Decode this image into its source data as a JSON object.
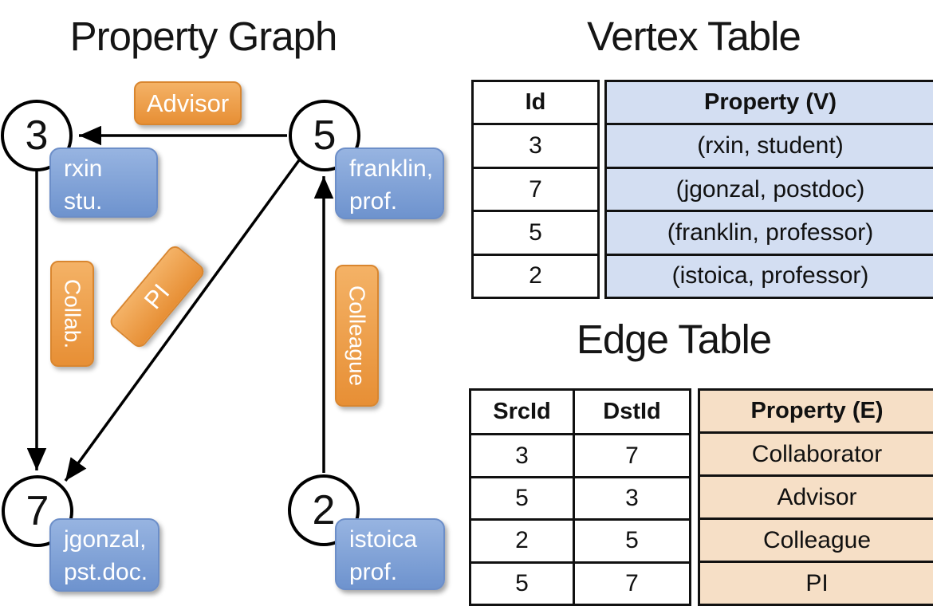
{
  "graph": {
    "title": "Property Graph",
    "vertices": {
      "v3": {
        "id": "3",
        "line1": "rxin",
        "line2": "stu."
      },
      "v5": {
        "id": "5",
        "line1": "franklin,",
        "line2": "prof."
      },
      "v7": {
        "id": "7",
        "line1": "jgonzal,",
        "line2": "pst.doc."
      },
      "v2": {
        "id": "2",
        "line1": "istoica",
        "line2": "prof."
      }
    },
    "edge_labels": {
      "advisor": "Advisor",
      "collab": "Collab.",
      "pi": "PI",
      "colleague": "Colleague"
    }
  },
  "vertex_table": {
    "title": "Vertex Table",
    "columns": {
      "id": "Id",
      "property": "Property (V)"
    },
    "rows": [
      {
        "id": "3",
        "property": "(rxin, student)"
      },
      {
        "id": "7",
        "property": "(jgonzal, postdoc)"
      },
      {
        "id": "5",
        "property": "(franklin, professor)"
      },
      {
        "id": "2",
        "property": "(istoica, professor)"
      }
    ]
  },
  "edge_table": {
    "title": "Edge Table",
    "columns": {
      "src": "SrcId",
      "dst": "DstId",
      "property": "Property (E)"
    },
    "rows": [
      {
        "src": "3",
        "dst": "7",
        "property": "Collaborator"
      },
      {
        "src": "5",
        "dst": "3",
        "property": "Advisor"
      },
      {
        "src": "2",
        "dst": "5",
        "property": "Colleague"
      },
      {
        "src": "5",
        "dst": "7",
        "property": "PI"
      }
    ]
  },
  "colors": {
    "edge_label_orange": "#E78F35",
    "vertex_property_blue": "#7E9FD6",
    "vertex_table_fill": "#D3DEF2",
    "edge_table_fill": "#F6DFC6",
    "line_black": "#000000"
  }
}
